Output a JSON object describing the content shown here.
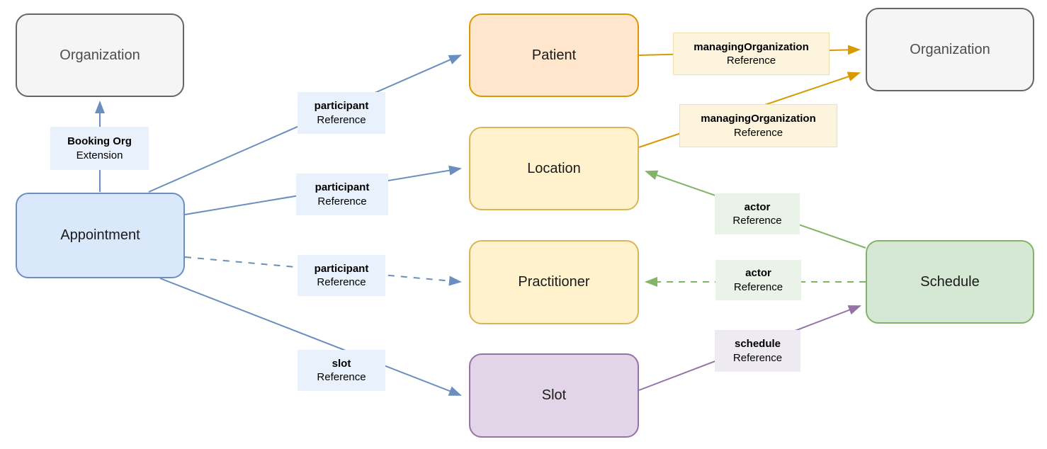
{
  "colors": {
    "blue": "#6c8ebf",
    "orange": "#d79b00",
    "green": "#82b366",
    "purple": "#9673a6",
    "gray": "#666666"
  },
  "nodes": {
    "orgLeft": {
      "label": "Organization",
      "fill": "#f5f5f5",
      "stroke": "#666666"
    },
    "appointment": {
      "label": "Appointment",
      "fill": "#dae8fc",
      "stroke": "#6c8ebf"
    },
    "patient": {
      "label": "Patient",
      "fill": "#ffe6cc",
      "stroke": "#d79b00"
    },
    "location": {
      "label": "Location",
      "fill": "#fff2cc",
      "stroke": "#d6b656"
    },
    "practitioner": {
      "label": "Practitioner",
      "fill": "#fff2cc",
      "stroke": "#d6b656"
    },
    "slot": {
      "label": "Slot",
      "fill": "#e1d5e7",
      "stroke": "#9673a6"
    },
    "schedule": {
      "label": "Schedule",
      "fill": "#d5e8d4",
      "stroke": "#82b366"
    },
    "orgRight": {
      "label": "Organization",
      "fill": "#f5f5f5",
      "stroke": "#666666"
    }
  },
  "edges": {
    "bookingOrg": {
      "label": "Booking Org",
      "sublabel": "Extension",
      "style": "solid",
      "color": "#6c8ebf",
      "labelBg": "#e9f1fc"
    },
    "participantPatient": {
      "label": "participant",
      "sublabel": "Reference",
      "style": "solid",
      "color": "#6c8ebf",
      "labelBg": "#e9f1fc"
    },
    "participantLocation": {
      "label": "participant",
      "sublabel": "Reference",
      "style": "solid",
      "color": "#6c8ebf",
      "labelBg": "#e9f1fc"
    },
    "participantPractitioner": {
      "label": "participant",
      "sublabel": "Reference",
      "style": "dashed",
      "color": "#6c8ebf",
      "labelBg": "#e9f1fc"
    },
    "slotRef": {
      "label": "slot",
      "sublabel": "Reference",
      "style": "solid",
      "color": "#6c8ebf",
      "labelBg": "#e9f1fc"
    },
    "managingOrgPatient": {
      "label": "managingOrganization",
      "sublabel": "Reference",
      "style": "solid",
      "color": "#d79b00",
      "labelBg": "#fcf4dd",
      "labelBorder": "#f0e0ad"
    },
    "managingOrgLocation": {
      "label": "managingOrganization",
      "sublabel": "Reference",
      "style": "solid",
      "color": "#d79b00",
      "labelBg": "#fcf4dd",
      "labelBorder": "#f0e0ad"
    },
    "actorLocation": {
      "label": "actor",
      "sublabel": "Reference",
      "style": "solid",
      "color": "#82b366",
      "labelBg": "#e9f3e8"
    },
    "actorPractitioner": {
      "label": "actor",
      "sublabel": "Reference",
      "style": "dashed",
      "color": "#82b366",
      "labelBg": "#e9f3e8"
    },
    "scheduleRef": {
      "label": "schedule",
      "sublabel": "Reference",
      "style": "solid",
      "color": "#9673a6",
      "labelBg": "#eeeaf2"
    }
  }
}
